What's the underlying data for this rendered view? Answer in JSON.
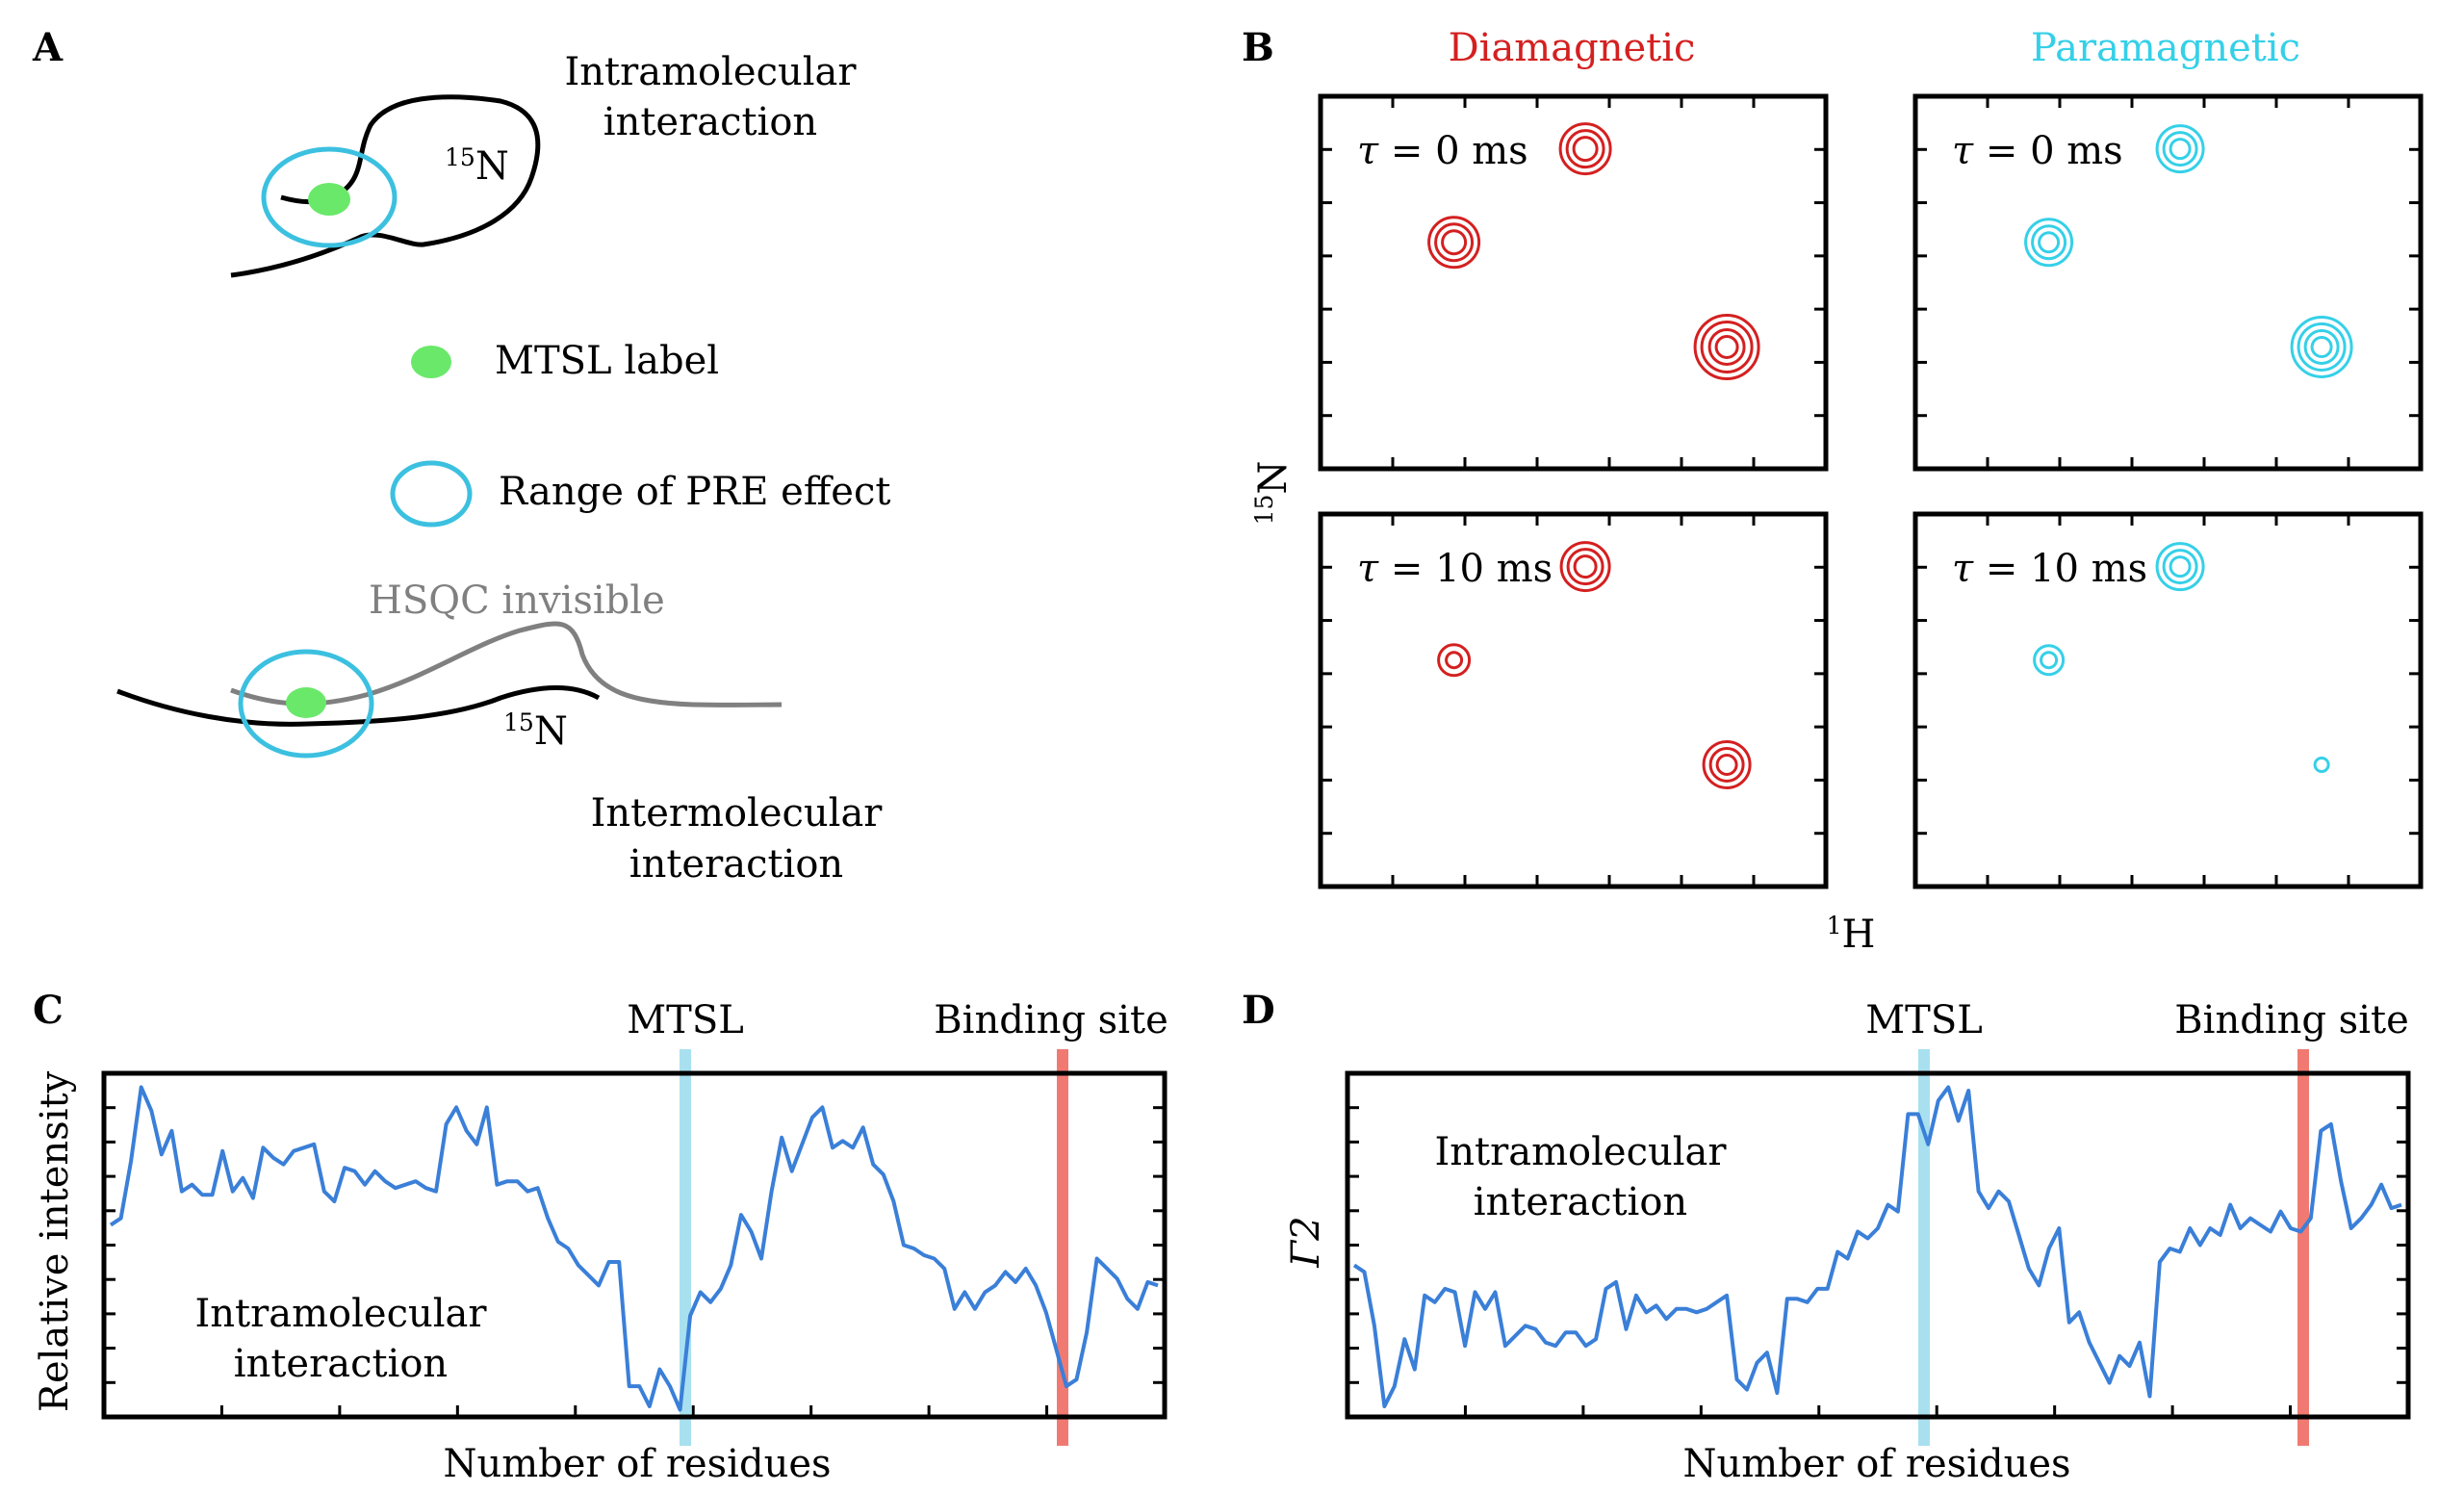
{
  "panels": {
    "a": {
      "letter": "A",
      "intra_label_line1": "Intramolecular",
      "intra_label_line2": "interaction",
      "intra_isotope_sup": "15",
      "intra_isotope": "N",
      "legend_mtsl": "MTSL label",
      "legend_range": "Range of PRE effect",
      "hsqc_label": "HSQC invisible",
      "inter_isotope_sup": "15",
      "inter_isotope": "N",
      "inter_label_line1": "Intermolecular",
      "inter_label_line2": "interaction"
    },
    "b": {
      "letter": "B",
      "dia_title": "Diamagnetic",
      "para_title": "Paramagnetic",
      "tau_symbol": "τ",
      "tau_0": " = 0 ms",
      "tau_10": " = 10 ms",
      "y_axis_sup": "15",
      "y_axis": "N",
      "x_axis_sup": "1",
      "x_axis": "H"
    },
    "c": {
      "letter": "C",
      "mtsl_label": "MTSL",
      "binding_label": "Binding site",
      "ylabel": "Relative intensity",
      "xlabel": "Number of residues",
      "annotation_line1": "Intramolecular",
      "annotation_line2": "interaction"
    },
    "d": {
      "letter": "D",
      "mtsl_label": "MTSL",
      "binding_label": "Binding site",
      "ylabel": "Γ2",
      "xlabel": "Number of residues",
      "annotation_line1": "Intramolecular",
      "annotation_line2": "interaction"
    }
  },
  "colors": {
    "diamagnetic": "#d42020",
    "paramagnetic": "#35d0e8",
    "mtsl_label": "#6ae86a",
    "pre_range": "#3cc0e0",
    "trace": "#3a7fd8",
    "mtsl_band": "#a8e0f0",
    "binding_band": "#f07a72",
    "hsqc_invisible": "#808080"
  },
  "chart_data": [
    {
      "id": "C",
      "type": "line",
      "xlabel": "Number of residues",
      "ylabel": "Relative intensity",
      "ylim": [
        0,
        1
      ],
      "mtsl_residue": 57,
      "binding_site_residue": 94,
      "values": [
        0.56,
        0.58,
        0.75,
        0.97,
        0.9,
        0.77,
        0.84,
        0.66,
        0.68,
        0.65,
        0.65,
        0.78,
        0.66,
        0.7,
        0.64,
        0.79,
        0.76,
        0.74,
        0.78,
        0.79,
        0.8,
        0.66,
        0.63,
        0.73,
        0.72,
        0.68,
        0.72,
        0.69,
        0.67,
        0.68,
        0.69,
        0.67,
        0.66,
        0.86,
        0.91,
        0.84,
        0.8,
        0.91,
        0.68,
        0.69,
        0.69,
        0.66,
        0.67,
        0.58,
        0.51,
        0.49,
        0.44,
        0.41,
        0.38,
        0.45,
        0.45,
        0.08,
        0.08,
        0.02,
        0.13,
        0.08,
        0.01,
        0.29,
        0.36,
        0.33,
        0.37,
        0.44,
        0.59,
        0.54,
        0.46,
        0.66,
        0.82,
        0.72,
        0.8,
        0.88,
        0.91,
        0.79,
        0.81,
        0.79,
        0.85,
        0.74,
        0.71,
        0.63,
        0.5,
        0.49,
        0.47,
        0.46,
        0.43,
        0.31,
        0.36,
        0.31,
        0.36,
        0.38,
        0.42,
        0.39,
        0.43,
        0.38,
        0.3,
        0.19,
        0.08,
        0.1,
        0.24,
        0.46,
        0.43,
        0.4,
        0.34,
        0.31,
        0.39,
        0.38
      ],
      "series": [
        {
          "values_ref": "values"
        }
      ]
    },
    {
      "id": "D",
      "type": "line",
      "xlabel": "Number of residues",
      "ylabel": "Γ2",
      "ylim": [
        0,
        1
      ],
      "mtsl_residue": 57,
      "binding_site_residue": 94,
      "values": [
        0.44,
        0.42,
        0.26,
        0.02,
        0.08,
        0.22,
        0.13,
        0.35,
        0.33,
        0.37,
        0.36,
        0.2,
        0.36,
        0.31,
        0.36,
        0.2,
        0.23,
        0.26,
        0.25,
        0.21,
        0.2,
        0.24,
        0.24,
        0.2,
        0.22,
        0.37,
        0.39,
        0.25,
        0.35,
        0.3,
        0.32,
        0.28,
        0.31,
        0.31,
        0.3,
        0.31,
        0.33,
        0.35,
        0.1,
        0.07,
        0.15,
        0.18,
        0.06,
        0.34,
        0.34,
        0.33,
        0.37,
        0.37,
        0.48,
        0.46,
        0.54,
        0.52,
        0.55,
        0.62,
        0.6,
        0.89,
        0.89,
        0.8,
        0.93,
        0.97,
        0.87,
        0.96,
        0.66,
        0.61,
        0.66,
        0.63,
        0.53,
        0.43,
        0.38,
        0.49,
        0.55,
        0.27,
        0.3,
        0.21,
        0.15,
        0.09,
        0.17,
        0.14,
        0.21,
        0.05,
        0.45,
        0.49,
        0.48,
        0.55,
        0.5,
        0.55,
        0.53,
        0.62,
        0.55,
        0.58,
        0.56,
        0.54,
        0.6,
        0.55,
        0.54,
        0.58,
        0.84,
        0.86,
        0.69,
        0.55,
        0.58,
        0.62,
        0.68,
        0.61,
        0.62
      ]
    }
  ]
}
